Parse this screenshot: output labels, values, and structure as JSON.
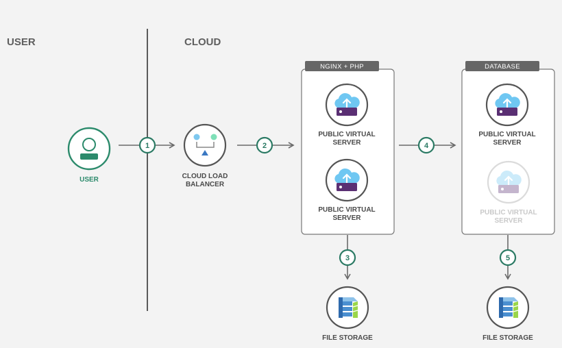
{
  "zones": {
    "user": "USER",
    "cloud": "CLOUD"
  },
  "nodes": {
    "user": "USER",
    "load_balancer": [
      "CLOUD LOAD",
      "BALANCER"
    ],
    "file_storage_1": "FILE STORAGE",
    "file_storage_2": "FILE STORAGE"
  },
  "groups": {
    "nginx": {
      "tag": "NGINX + PHP",
      "servers": [
        [
          "PUBLIC VIRTUAL",
          "SERVER"
        ],
        [
          "PUBLIC VIRTUAL",
          "SERVER"
        ]
      ]
    },
    "database": {
      "tag": "DATABASE",
      "servers": [
        [
          "PUBLIC VIRTUAL",
          "SERVER"
        ],
        [
          "PUBLIC VIRTUAL",
          "SERVER"
        ]
      ]
    }
  },
  "steps": [
    "1",
    "2",
    "3",
    "4",
    "5"
  ],
  "colors": {
    "accent_green": "#2b7a64",
    "user_green": "#2b8a6b",
    "server_purple": "#5a2f73",
    "cloud_blue": "#6fc7f2",
    "storage_blue": "#4a8fd0",
    "storage_green": "#9ad64a",
    "tag_bg": "#666666",
    "lb_blue_dot": "#7ec8ef",
    "lb_green_dot": "#7fe0b8",
    "lb_triangle": "#3a78c2"
  },
  "icons": {
    "user": "person-icon",
    "load_balancer": "load-balancer-icon",
    "server": "cloud-server-icon",
    "storage": "file-storage-icon"
  }
}
